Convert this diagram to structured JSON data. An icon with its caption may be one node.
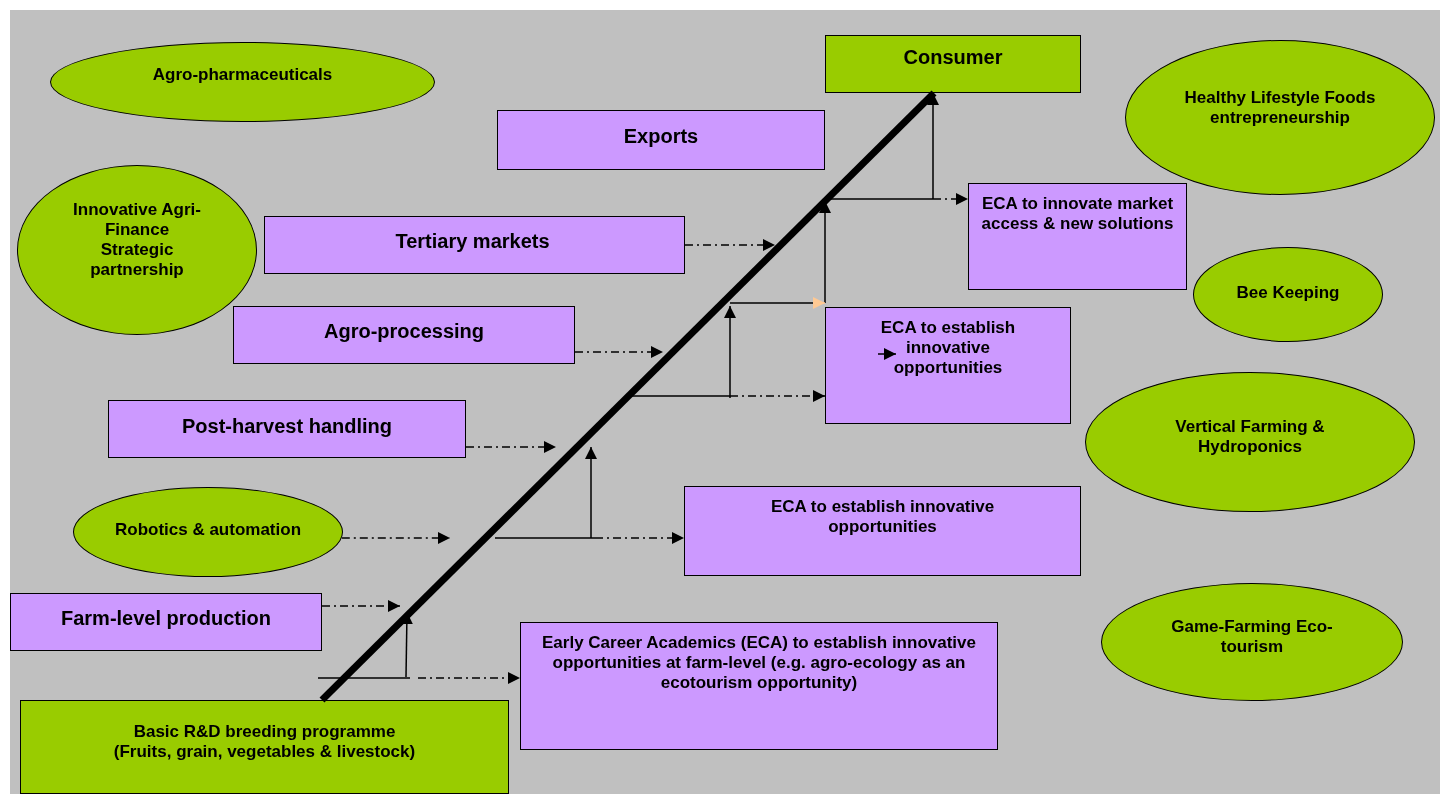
{
  "diagram": {
    "nodes": [
      {
        "text": [
          "Consumer"
        ]
      },
      {
        "text": [
          "Agro-pharmaceuticals"
        ]
      },
      {
        "text": [
          "Healthy Lifestyle Foods entrepreneurship"
        ]
      },
      {
        "text": [
          "Exports"
        ]
      },
      {
        "text": [
          "Innovative Agri-Finance Strategic partnership"
        ]
      },
      {
        "text": [
          "ECA to innovate market access & new solutions"
        ]
      },
      {
        "text": [
          "Tertiary markets"
        ]
      },
      {
        "text": [
          "Bee Keeping"
        ]
      },
      {
        "text": [
          "Agro-processing"
        ]
      },
      {
        "text": [
          "ECA to establish innovative opportunities"
        ]
      },
      {
        "text": [
          "Post-harvest handling"
        ]
      },
      {
        "text": [
          "Vertical Farming & Hydroponics"
        ]
      },
      {
        "text": [
          "Robotics & automation"
        ]
      },
      {
        "text": [
          "ECA to establish innovative opportunities"
        ]
      },
      {
        "text": [
          "Farm-level production"
        ]
      },
      {
        "text": [
          "Game-Farming Eco-tourism"
        ]
      },
      {
        "text": [
          "Early Career Academics (ECA) to establish innovative opportunities at farm-level (e.g. agro-ecology as an ecotourism opportunity)"
        ]
      },
      {
        "text": [
          "Basic R&D breeding programme",
          "(Fruits, grain, vegetables & livestock)"
        ]
      }
    ],
    "edges": [
      {
        "from": 17,
        "to": 0,
        "arrow": "none",
        "style": "thick"
      },
      {
        "from": 6,
        "to": null,
        "arrow": "to",
        "style": "dashed"
      },
      {
        "from": 8,
        "to": null,
        "arrow": "to",
        "style": "dashed"
      },
      {
        "from": 10,
        "to": null,
        "arrow": "to",
        "style": "dashed"
      },
      {
        "from": 12,
        "to": null,
        "arrow": "to",
        "style": "dashed"
      },
      {
        "from": 14,
        "to": null,
        "arrow": "to",
        "style": "dashed"
      },
      {
        "from": null,
        "to": 16,
        "arrow": "to",
        "style": "dashed"
      },
      {
        "from": null,
        "to": 13,
        "arrow": "to",
        "style": "dashed"
      },
      {
        "from": null,
        "to": 9,
        "arrow": "to",
        "style": "dashed"
      },
      {
        "from": null,
        "to": 9,
        "arrow": "to",
        "style": "dashed",
        "color": "#ffc993"
      },
      {
        "from": null,
        "to": 5,
        "arrow": "to",
        "style": "dashed"
      },
      {
        "from": null,
        "to": 0,
        "arrow": "to"
      }
    ]
  }
}
